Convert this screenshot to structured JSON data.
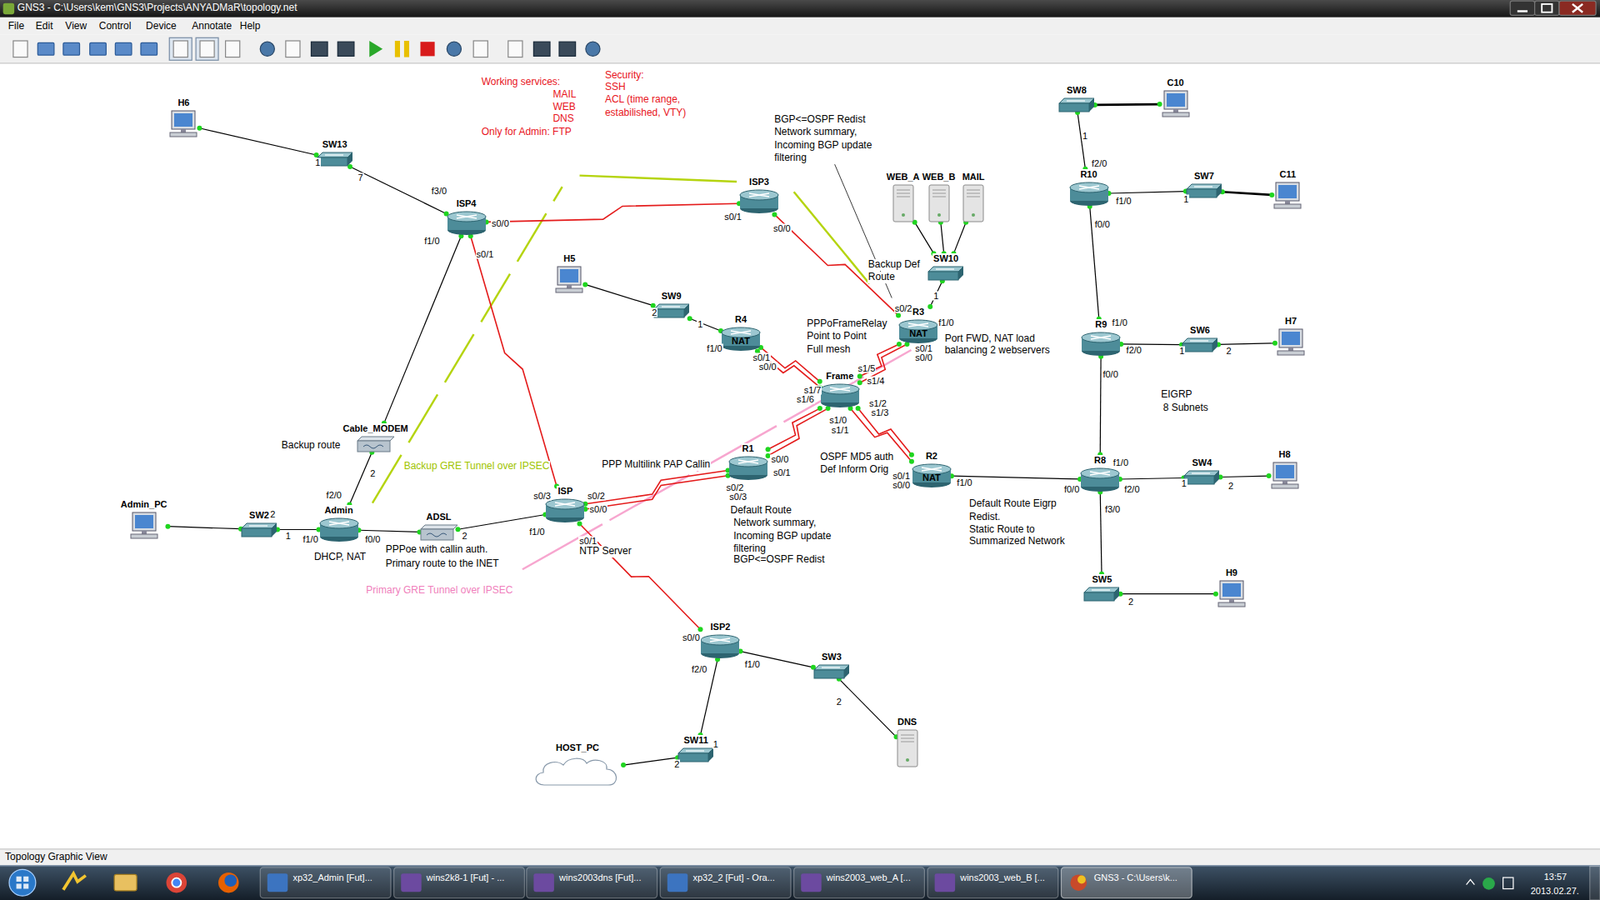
{
  "diagram": {
    "nodes": [
      {
        "text": [
          "H6"
        ]
      },
      {
        "text": [
          "SW13"
        ]
      },
      {
        "text": [
          "C10"
        ]
      },
      {
        "text": [
          "SW8"
        ]
      },
      {
        "text": [
          "ISP4"
        ]
      },
      {
        "text": [
          "ISP3"
        ]
      },
      {
        "text": [
          "WEB_A"
        ]
      },
      {
        "text": [
          "WEB_B"
        ]
      },
      {
        "text": [
          "MAIL"
        ]
      },
      {
        "text": [
          "R10"
        ]
      },
      {
        "text": [
          "SW7"
        ]
      },
      {
        "text": [
          "C11"
        ]
      },
      {
        "text": [
          "SW10"
        ]
      },
      {
        "text": [
          "H5"
        ]
      },
      {
        "text": [
          "SW9"
        ]
      },
      {
        "text": [
          "R4",
          "NAT"
        ]
      },
      {
        "text": [
          "R3",
          "NAT"
        ]
      },
      {
        "text": [
          "R9"
        ]
      },
      {
        "text": [
          "SW6"
        ]
      },
      {
        "text": [
          "H7"
        ]
      },
      {
        "text": [
          "Frame"
        ]
      },
      {
        "text": [
          "Cable_MODEM"
        ]
      },
      {
        "text": [
          "R1"
        ]
      },
      {
        "text": [
          "R2",
          "NAT"
        ]
      },
      {
        "text": [
          "R8"
        ]
      },
      {
        "text": [
          "SW4"
        ]
      },
      {
        "text": [
          "H8"
        ]
      },
      {
        "text": [
          "Admin_PC"
        ]
      },
      {
        "text": [
          "ISP"
        ]
      },
      {
        "text": [
          "SW2"
        ]
      },
      {
        "text": [
          "Admin"
        ]
      },
      {
        "text": [
          "ADSL"
        ]
      },
      {
        "text": [
          "SW5"
        ]
      },
      {
        "text": [
          "H9"
        ]
      },
      {
        "text": [
          "ISP2"
        ]
      },
      {
        "text": [
          "SW3"
        ]
      },
      {
        "text": [
          "DNS"
        ]
      },
      {
        "text": [
          "SW11"
        ]
      },
      {
        "text": [
          "HOST_PC"
        ]
      }
    ],
    "edges": [
      {
        "from": 0,
        "to": 1,
        "arrow": "none"
      },
      {
        "from": 1,
        "to": 4,
        "arrow": "none"
      },
      {
        "from": 4,
        "to": 5,
        "arrow": "none"
      },
      {
        "from": 4,
        "to": 28,
        "arrow": "none"
      },
      {
        "from": 4,
        "to": 21,
        "arrow": "none"
      },
      {
        "from": 21,
        "to": 30,
        "arrow": "none"
      },
      {
        "from": 5,
        "to": 16,
        "arrow": "none"
      },
      {
        "from": 6,
        "to": 12,
        "arrow": "none"
      },
      {
        "from": 7,
        "to": 12,
        "arrow": "none"
      },
      {
        "from": 8,
        "to": 12,
        "arrow": "none"
      },
      {
        "from": 12,
        "to": 16,
        "arrow": "none"
      },
      {
        "from": 3,
        "to": 2,
        "arrow": "none"
      },
      {
        "from": 3,
        "to": 9,
        "arrow": "none"
      },
      {
        "from": 9,
        "to": 10,
        "arrow": "none"
      },
      {
        "from": 10,
        "to": 11,
        "arrow": "none"
      },
      {
        "from": 9,
        "to": 17,
        "arrow": "none"
      },
      {
        "from": 13,
        "to": 14,
        "arrow": "none"
      },
      {
        "from": 14,
        "to": 15,
        "arrow": "none"
      },
      {
        "from": 15,
        "to": 20,
        "arrow": "none"
      },
      {
        "from": 15,
        "to": 20,
        "arrow": "none"
      },
      {
        "from": 16,
        "to": 20,
        "arrow": "none"
      },
      {
        "from": 16,
        "to": 20,
        "arrow": "none"
      },
      {
        "from": 17,
        "to": 18,
        "arrow": "none"
      },
      {
        "from": 18,
        "to": 19,
        "arrow": "none"
      },
      {
        "from": 17,
        "to": 24,
        "arrow": "none"
      },
      {
        "from": 22,
        "to": 20,
        "arrow": "none"
      },
      {
        "from": 22,
        "to": 20,
        "arrow": "none"
      },
      {
        "from": 23,
        "to": 20,
        "arrow": "none"
      },
      {
        "from": 23,
        "to": 20,
        "arrow": "none"
      },
      {
        "from": 22,
        "to": 28,
        "arrow": "none"
      },
      {
        "from": 22,
        "to": 28,
        "arrow": "none"
      },
      {
        "from": 23,
        "to": 24,
        "arrow": "none"
      },
      {
        "from": 24,
        "to": 25,
        "arrow": "none"
      },
      {
        "from": 25,
        "to": 26,
        "arrow": "none"
      },
      {
        "from": 24,
        "to": 32,
        "arrow": "none"
      },
      {
        "from": 32,
        "to": 33,
        "arrow": "none"
      },
      {
        "from": 27,
        "to": 29,
        "arrow": "none"
      },
      {
        "from": 29,
        "to": 30,
        "arrow": "none"
      },
      {
        "from": 30,
        "to": 31,
        "arrow": "none"
      },
      {
        "from": 31,
        "to": 28,
        "arrow": "none"
      },
      {
        "from": 28,
        "to": 34,
        "arrow": "none"
      },
      {
        "from": 34,
        "to": 35,
        "arrow": "none"
      },
      {
        "from": 35,
        "to": 36,
        "arrow": "none"
      },
      {
        "from": 34,
        "to": 37,
        "arrow": "none"
      },
      {
        "from": 37,
        "to": 38,
        "arrow": "none"
      }
    ],
    "labels": [
      "GNS3 - C:\\Users\\kem\\GNS3\\Projects\\ANYADMaR\\topology.net",
      "File",
      "Edit",
      "View",
      "Control",
      "Device",
      "Annotate",
      "Help",
      "Working services:",
      "MAIL",
      "WEB",
      "DNS",
      "Only for Admin: FTP",
      "Security:",
      "SSH",
      "ACL (time range,",
      "estabilished, VTY)",
      "BGP<=OSPF Redist",
      "Network summary,",
      "Incoming BGP update",
      "filtering",
      "Backup Def",
      "Route",
      "PPPoFrameRelay",
      "Point to Point",
      "Full mesh",
      "Port FWD, NAT load",
      "balancing 2 webservers",
      "EIGRP",
      "8 Subnets",
      "OSPF MD5 auth",
      "Def Inform Orig",
      "PPP Multilink PAP Callin",
      "Default Route",
      "Network summary,",
      "Incoming BGP update",
      "filtering",
      "BGP<=OSPF Redist",
      "Default Route Eigrp",
      "Redist.",
      "Static Route to",
      "Summarized Network",
      "Backup route",
      "Backup GRE Tunnel over IPSEC",
      "DHCP, NAT",
      "PPPoe with callin auth.",
      "Primary route to the INET",
      "Primary GRE Tunnel over IPSEC",
      "NTP Server",
      "f3/0",
      "s0/0",
      "f1/0",
      "s0/1",
      "1",
      "7",
      "s0/1",
      "s0/0",
      "1",
      "s0/2",
      "f1/0",
      "s0/1",
      "s0/0",
      "2",
      "1",
      "f1/0",
      "s0/1",
      "s0/0",
      "s1/5",
      "s1/4",
      "s1/7",
      "s1/6",
      "s1/2",
      "s1/3",
      "s1/0",
      "s1/1",
      "f2/0",
      "f1/0",
      "f0/0",
      "1",
      "1",
      "f1/0",
      "f2/0",
      "f0/0",
      "1",
      "2",
      "s0/0",
      "s0/1",
      "s0/2",
      "s0/3",
      "s0/1",
      "s0/0",
      "f1/0",
      "f1/0",
      "f0/0",
      "f2/0",
      "f3/0",
      "1",
      "2",
      "2",
      "2",
      "2",
      "1",
      "f2/0",
      "f1/0",
      "f0/0",
      "2",
      "s0/3",
      "s0/2",
      "s0/0",
      "f1/0",
      "s0/1",
      "s0/0",
      "f2/0",
      "f1/0",
      "2",
      "1",
      "2",
      "Topology Graphic View",
      "xp32_Admin [Fut]...",
      "wins2k8-1 [Fut] - ...",
      "wins2003dns [Fut]...",
      "xp32_2 [Fut] - Ora...",
      "wins2003_web_A [...",
      "wins2003_web_B [...",
      "GNS3 - C:\\Users\\k...",
      "13:57",
      "2013.02.27."
    ]
  }
}
